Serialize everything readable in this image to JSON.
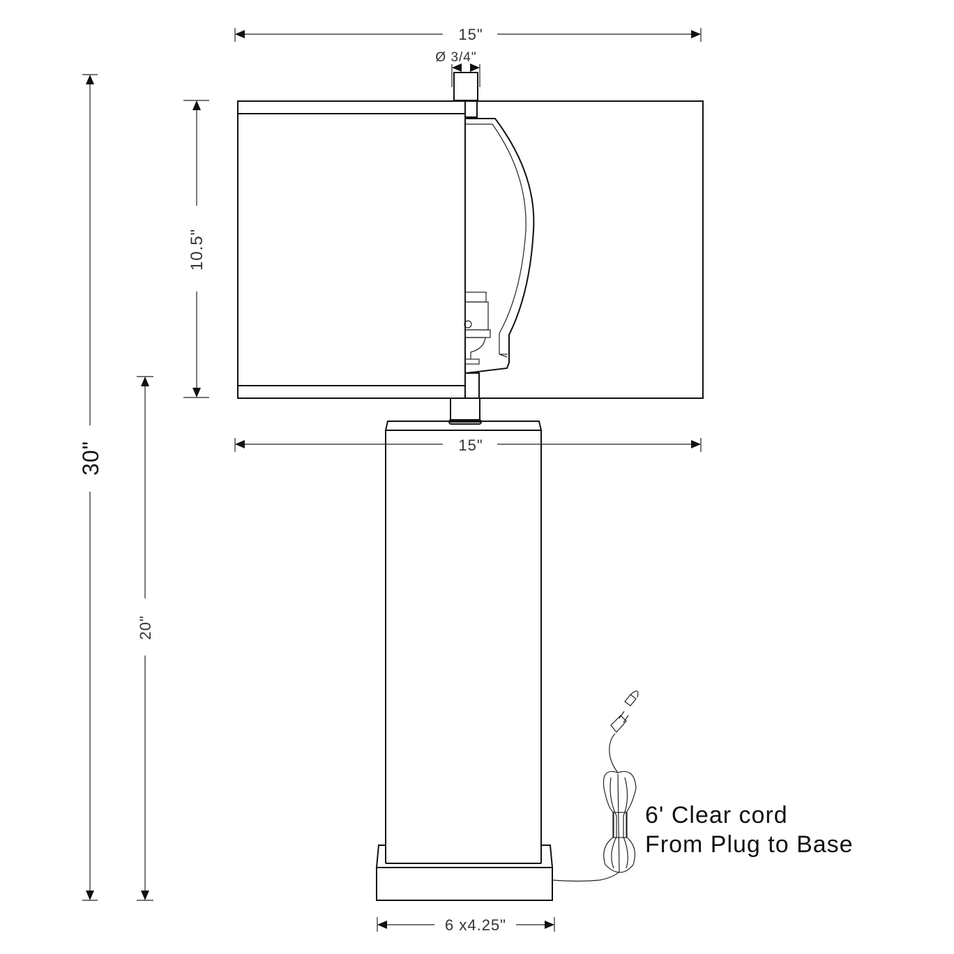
{
  "dimensions": {
    "shade_top_width": "15\"",
    "shade_bottom_width": "15\"",
    "finial_diameter": "Ø 3/4\"",
    "shade_height": "10.5\"",
    "total_height": "30\"",
    "base_height": "20\"",
    "base_footprint": "6 x4.25\""
  },
  "cord_note": {
    "line1": "6' Clear cord",
    "line2": "From Plug to Base"
  }
}
